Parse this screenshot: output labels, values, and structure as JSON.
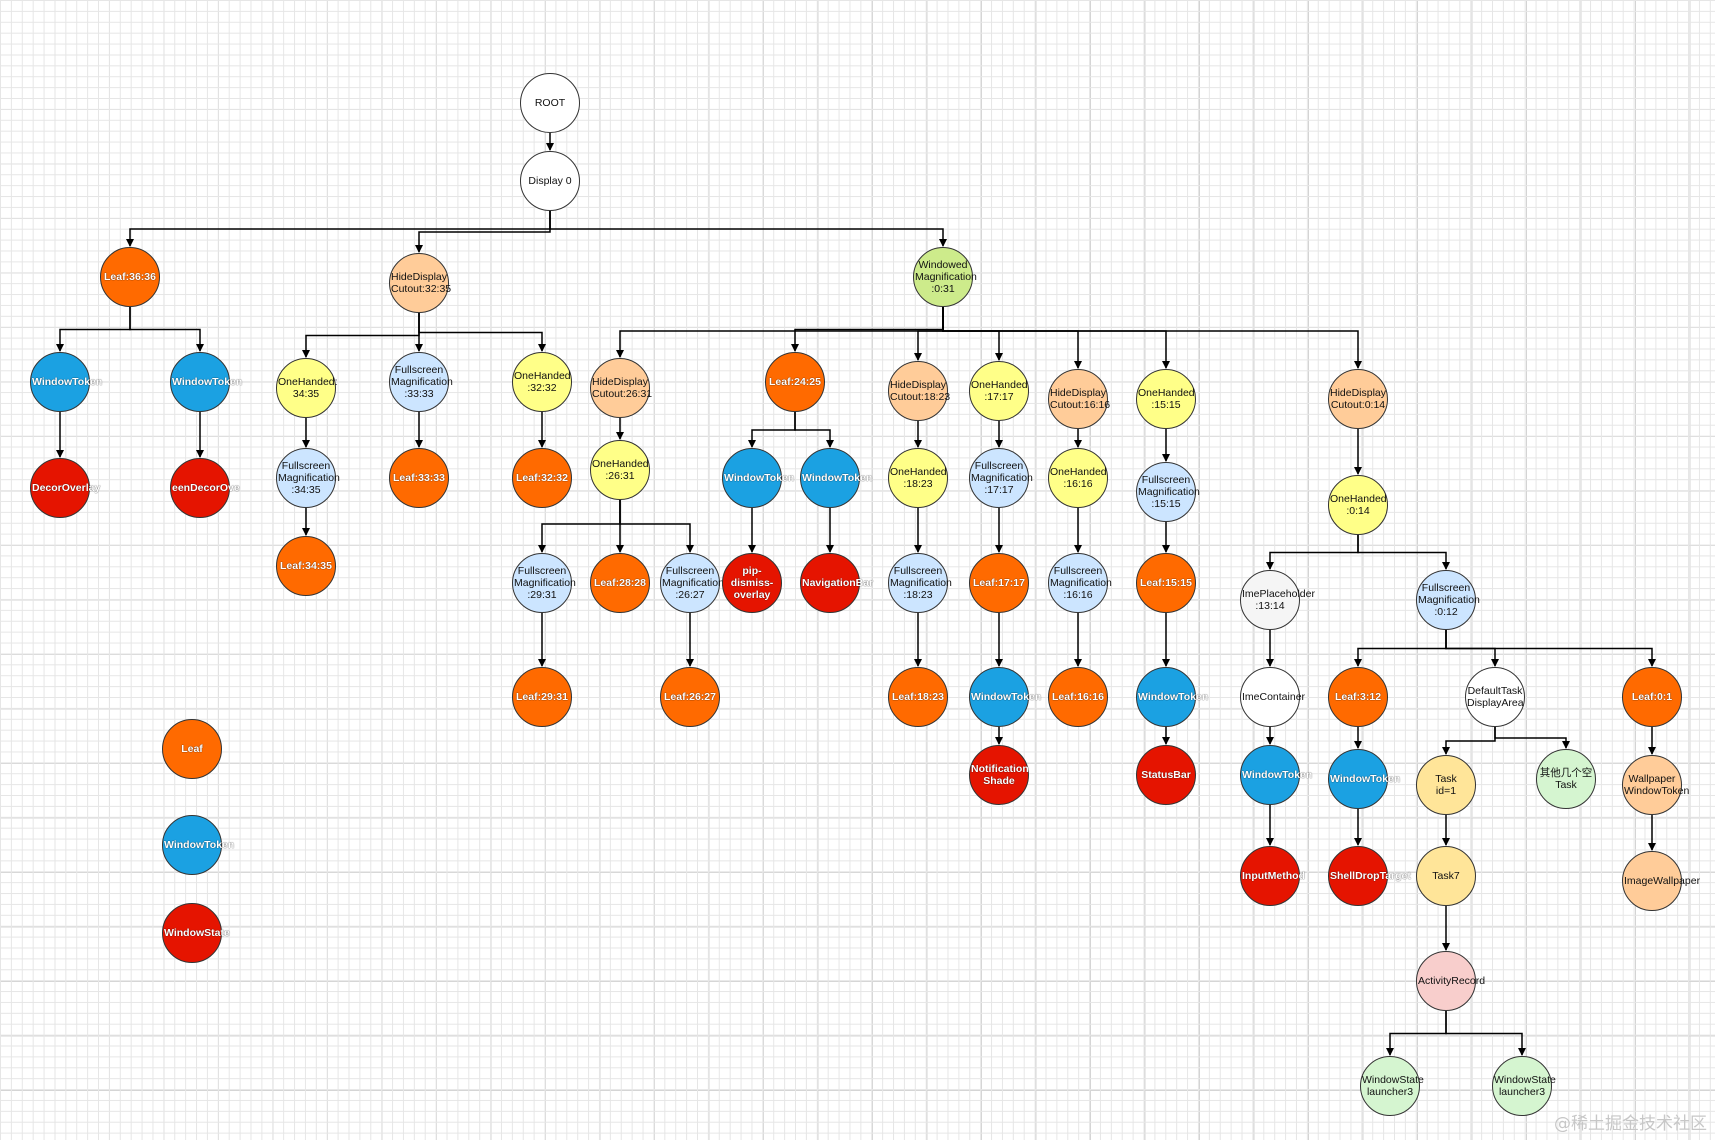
{
  "colors": {
    "white": "#ffffff",
    "orange": "#ff6a00",
    "blue": "#1ba1e2",
    "red": "#e51400",
    "peach": "#ffcc99",
    "yellow": "#ffff88",
    "lightblue": "#cce5ff",
    "green": "#cdeb8b",
    "gray": "#f5f5f5",
    "gold": "#ffe599",
    "rose": "#f8cecc",
    "mint": "#d5f5d0"
  },
  "nodes": [
    {
      "id": "root",
      "label": "ROOT",
      "color": "white"
    },
    {
      "id": "display0",
      "label": "Display 0",
      "color": "white"
    },
    {
      "id": "leaf3636",
      "label": "Leaf:36:36",
      "color": "orange",
      "text": "white"
    },
    {
      "id": "hd3235",
      "label": "HideDisplay\nCutout:32:35",
      "color": "peach"
    },
    {
      "id": "wm031",
      "label": "Windowed\nMagnification\n:0:31",
      "color": "green"
    },
    {
      "id": "wt1",
      "label": "WindowToken",
      "color": "blue",
      "text": "white"
    },
    {
      "id": "wt2",
      "label": "WindowToken",
      "color": "blue",
      "text": "white"
    },
    {
      "id": "ws_decor",
      "label": "DecorOverlay",
      "color": "red",
      "text": "white"
    },
    {
      "id": "ws_scrdecor",
      "label": "eenDecorOve",
      "color": "red",
      "text": "white"
    },
    {
      "id": "oh3435",
      "label": "OneHanded:\n34:35",
      "color": "yellow"
    },
    {
      "id": "fm3333",
      "label": "Fullscreen\nMagnification\n:33:33",
      "color": "lightblue"
    },
    {
      "id": "oh3232",
      "label": "OneHanded\n:32:32",
      "color": "yellow"
    },
    {
      "id": "fm3435",
      "label": "Fullscreen\nMagnification\n:34:35",
      "color": "lightblue"
    },
    {
      "id": "leaf3435",
      "label": "Leaf:34:35",
      "color": "orange",
      "text": "white"
    },
    {
      "id": "leaf3333",
      "label": "Leaf:33:33",
      "color": "orange",
      "text": "white"
    },
    {
      "id": "leaf3232",
      "label": "Leaf:32:32",
      "color": "orange",
      "text": "white"
    },
    {
      "id": "hd2631",
      "label": "HideDisplay\nCutout:26:31",
      "color": "peach"
    },
    {
      "id": "oh2631",
      "label": "OneHanded\n:26:31",
      "color": "yellow"
    },
    {
      "id": "fm2931",
      "label": "Fullscreen\nMagnification\n:29:31",
      "color": "lightblue"
    },
    {
      "id": "leaf2828",
      "label": "Leaf:28:28",
      "color": "orange",
      "text": "white"
    },
    {
      "id": "fm2627",
      "label": "Fullscreen\nMagnification\n:26:27",
      "color": "lightblue"
    },
    {
      "id": "leaf2931",
      "label": "Leaf:29:31",
      "color": "orange",
      "text": "white"
    },
    {
      "id": "leaf2627",
      "label": "Leaf:26:27",
      "color": "orange",
      "text": "white"
    },
    {
      "id": "leaf2425",
      "label": "Leaf:24:25",
      "color": "orange",
      "text": "white"
    },
    {
      "id": "wt3",
      "label": "WindowToken",
      "color": "blue",
      "text": "white"
    },
    {
      "id": "wt4",
      "label": "WindowToken",
      "color": "blue",
      "text": "white"
    },
    {
      "id": "ws_pip",
      "label": "pip-dismiss-\noverlay",
      "color": "red",
      "text": "white"
    },
    {
      "id": "ws_nav",
      "label": "NavigationBar",
      "color": "red",
      "text": "white"
    },
    {
      "id": "hd1823",
      "label": "HideDisplay\nCutout:18:23",
      "color": "peach"
    },
    {
      "id": "oh1823",
      "label": "OneHanded\n:18:23",
      "color": "yellow"
    },
    {
      "id": "fm1823",
      "label": "Fullscreen\nMagnification\n:18:23",
      "color": "lightblue"
    },
    {
      "id": "leaf1823",
      "label": "Leaf:18:23",
      "color": "orange",
      "text": "white"
    },
    {
      "id": "oh1717",
      "label": "OneHanded\n:17:17",
      "color": "yellow"
    },
    {
      "id": "fm1717",
      "label": "Fullscreen\nMagnification\n:17:17",
      "color": "lightblue"
    },
    {
      "id": "leaf1717",
      "label": "Leaf:17:17",
      "color": "orange",
      "text": "white"
    },
    {
      "id": "wt5",
      "label": "WindowToken",
      "color": "blue",
      "text": "white"
    },
    {
      "id": "ws_notif",
      "label": "Notification\nShade",
      "color": "red",
      "text": "white"
    },
    {
      "id": "hd1616",
      "label": "HideDisplay\nCutout:16:16",
      "color": "peach"
    },
    {
      "id": "oh1616",
      "label": "OneHanded\n:16:16",
      "color": "yellow"
    },
    {
      "id": "fm1616",
      "label": "Fullscreen\nMagnification\n:16:16",
      "color": "lightblue"
    },
    {
      "id": "leaf1616",
      "label": "Leaf:16:16",
      "color": "orange",
      "text": "white"
    },
    {
      "id": "oh1515",
      "label": "OneHanded\n:15:15",
      "color": "yellow"
    },
    {
      "id": "fm1515",
      "label": "Fullscreen\nMagnification\n:15:15",
      "color": "lightblue"
    },
    {
      "id": "leaf1515",
      "label": "Leaf:15:15",
      "color": "orange",
      "text": "white"
    },
    {
      "id": "wt6",
      "label": "WindowToken",
      "color": "blue",
      "text": "white"
    },
    {
      "id": "ws_status",
      "label": "StatusBar",
      "color": "red",
      "text": "white"
    },
    {
      "id": "hd014",
      "label": "HideDisplay\nCutout:0:14",
      "color": "peach"
    },
    {
      "id": "oh014",
      "label": "OneHanded\n:0:14",
      "color": "yellow"
    },
    {
      "id": "ime1314",
      "label": "ImePlaceholder\n:13:14",
      "color": "gray"
    },
    {
      "id": "fm012",
      "label": "Fullscreen\nMagnification\n:0:12",
      "color": "lightblue"
    },
    {
      "id": "imecont",
      "label": "ImeContainer",
      "color": "white"
    },
    {
      "id": "wt7",
      "label": "WindowToken",
      "color": "blue",
      "text": "white"
    },
    {
      "id": "ws_input",
      "label": "InputMethod",
      "color": "red",
      "text": "white"
    },
    {
      "id": "leaf312",
      "label": "Leaf:3:12",
      "color": "orange",
      "text": "white"
    },
    {
      "id": "wt8",
      "label": "WindowToken",
      "color": "blue",
      "text": "white"
    },
    {
      "id": "ws_shell",
      "label": "ShellDropTarget",
      "color": "red",
      "text": "white"
    },
    {
      "id": "tda",
      "label": "DefaultTask\nDisplayArea",
      "color": "white"
    },
    {
      "id": "task1",
      "label": "Task\nid=1",
      "color": "gold"
    },
    {
      "id": "task7",
      "label": "Task7",
      "color": "gold"
    },
    {
      "id": "ar",
      "label": "ActivityRecord",
      "color": "rose"
    },
    {
      "id": "ws_l1",
      "label": "WindowState\nlauncher3",
      "color": "mint"
    },
    {
      "id": "ws_l2",
      "label": "WindowState\nlauncher3",
      "color": "mint"
    },
    {
      "id": "othertask",
      "label": "其他几个空\nTask",
      "color": "mint"
    },
    {
      "id": "leaf01",
      "label": "Leaf:0:1",
      "color": "orange",
      "text": "white"
    },
    {
      "id": "wallwt",
      "label": "Wallpaper\nWindowToken",
      "color": "peach"
    },
    {
      "id": "imgwall",
      "label": "ImageWallpaper",
      "color": "peach"
    },
    {
      "id": "legend_leaf",
      "label": "Leaf",
      "color": "orange",
      "text": "white"
    },
    {
      "id": "legend_wt",
      "label": "WindowToken",
      "color": "blue",
      "text": "white"
    },
    {
      "id": "legend_ws",
      "label": "WindowState",
      "color": "red",
      "text": "white"
    }
  ],
  "edges": [
    [
      "root",
      "display0"
    ],
    [
      "display0",
      "leaf3636"
    ],
    [
      "display0",
      "hd3235"
    ],
    [
      "display0",
      "wm031"
    ],
    [
      "leaf3636",
      "wt1"
    ],
    [
      "leaf3636",
      "wt2"
    ],
    [
      "wt1",
      "ws_decor"
    ],
    [
      "wt2",
      "ws_scrdecor"
    ],
    [
      "hd3235",
      "oh3435"
    ],
    [
      "hd3235",
      "fm3333"
    ],
    [
      "hd3235",
      "oh3232"
    ],
    [
      "oh3435",
      "fm3435"
    ],
    [
      "fm3435",
      "leaf3435"
    ],
    [
      "fm3333",
      "leaf3333"
    ],
    [
      "oh3232",
      "leaf3232"
    ],
    [
      "wm031",
      "hd2631"
    ],
    [
      "wm031",
      "leaf2425"
    ],
    [
      "wm031",
      "hd1823"
    ],
    [
      "wm031",
      "oh1717"
    ],
    [
      "wm031",
      "hd1616"
    ],
    [
      "wm031",
      "oh1515"
    ],
    [
      "wm031",
      "hd014"
    ],
    [
      "hd2631",
      "oh2631"
    ],
    [
      "oh2631",
      "fm2931"
    ],
    [
      "oh2631",
      "leaf2828"
    ],
    [
      "oh2631",
      "fm2627"
    ],
    [
      "fm2931",
      "leaf2931"
    ],
    [
      "fm2627",
      "leaf2627"
    ],
    [
      "leaf2425",
      "wt3"
    ],
    [
      "leaf2425",
      "wt4"
    ],
    [
      "wt3",
      "ws_pip"
    ],
    [
      "wt4",
      "ws_nav"
    ],
    [
      "hd1823",
      "oh1823"
    ],
    [
      "oh1823",
      "fm1823"
    ],
    [
      "fm1823",
      "leaf1823"
    ],
    [
      "oh1717",
      "fm1717"
    ],
    [
      "fm1717",
      "leaf1717"
    ],
    [
      "leaf1717",
      "wt5"
    ],
    [
      "wt5",
      "ws_notif"
    ],
    [
      "hd1616",
      "oh1616"
    ],
    [
      "oh1616",
      "fm1616"
    ],
    [
      "fm1616",
      "leaf1616"
    ],
    [
      "oh1515",
      "fm1515"
    ],
    [
      "fm1515",
      "leaf1515"
    ],
    [
      "leaf1515",
      "wt6"
    ],
    [
      "wt6",
      "ws_status"
    ],
    [
      "hd014",
      "oh014"
    ],
    [
      "oh014",
      "ime1314"
    ],
    [
      "oh014",
      "fm012"
    ],
    [
      "ime1314",
      "imecont"
    ],
    [
      "imecont",
      "wt7"
    ],
    [
      "wt7",
      "ws_input"
    ],
    [
      "fm012",
      "leaf312"
    ],
    [
      "fm012",
      "tda"
    ],
    [
      "fm012",
      "leaf01"
    ],
    [
      "leaf312",
      "wt8"
    ],
    [
      "wt8",
      "ws_shell"
    ],
    [
      "tda",
      "task1"
    ],
    [
      "tda",
      "othertask"
    ],
    [
      "task1",
      "task7"
    ],
    [
      "task7",
      "ar"
    ],
    [
      "ar",
      "ws_l1"
    ],
    [
      "ar",
      "ws_l2"
    ],
    [
      "leaf01",
      "wallwt"
    ],
    [
      "wallwt",
      "imgwall"
    ]
  ],
  "watermark": "@稀土掘金技术社区"
}
